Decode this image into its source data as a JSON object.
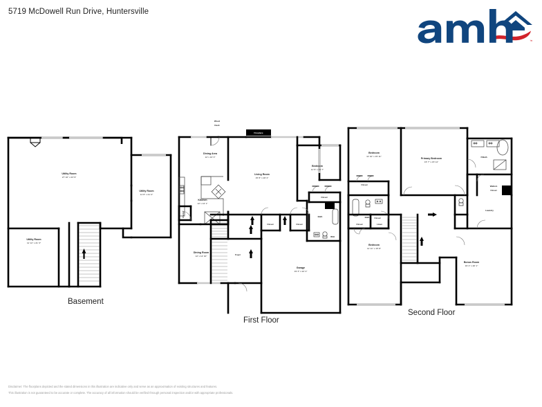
{
  "header": {
    "title": "5719 McDowell Run Drive, Huntersville",
    "logo": {
      "wordmark": "amh",
      "icon_name": "house-roof-icon",
      "swoosh_name": "red-swoosh-icon",
      "trademark": "™",
      "colors": {
        "navy": "#10457e",
        "red": "#d2232a"
      }
    }
  },
  "floors": [
    {
      "id": "basement",
      "caption": "Basement",
      "rooms": [
        {
          "name": "Utility Room",
          "dims": "27' 10\" x 23' 9\""
        },
        {
          "name": "Utility Room",
          "dims": "11' 8\" x 21' 2\""
        },
        {
          "name": "Utility Room",
          "dims": "11' 11\" x 21' 3\""
        }
      ],
      "features": [
        {
          "name": "stair-up-arrow",
          "label": ""
        }
      ]
    },
    {
      "id": "first-floor",
      "caption": "First Floor",
      "rooms": [
        {
          "name": "Wood Deck",
          "dims": ""
        },
        {
          "name": "Fireplace",
          "dims": ""
        },
        {
          "name": "Dining Area",
          "dims": "12' x 10' 3\""
        },
        {
          "name": "Living Room",
          "dims": "15' 8\" x 20' 2\""
        },
        {
          "name": "Kitchen",
          "dims": "12' x 12' 1\""
        },
        {
          "name": "Dining Room",
          "dims": "12' x 12' 10\""
        },
        {
          "name": "Bedroom",
          "dims": "11' 5\" x 13' 7\""
        },
        {
          "name": "Garage",
          "dims": "19' 3\" x 22' 4\""
        },
        {
          "name": "Foyer",
          "dims": ""
        },
        {
          "name": "Bath",
          "dims": ""
        },
        {
          "name": "Closet",
          "dims": ""
        },
        {
          "name": "Closet",
          "dims": ""
        },
        {
          "name": "Closet",
          "dims": ""
        },
        {
          "name": "Pantry",
          "dims": ""
        },
        {
          "name": "W/H",
          "dims": ""
        }
      ]
    },
    {
      "id": "second-floor",
      "caption": "Second Floor",
      "rooms": [
        {
          "name": "Bedroom",
          "dims": "11' 10\" x 15' 11\""
        },
        {
          "name": "Primary Bedroom",
          "dims": "15' 7\" x 15' 11\""
        },
        {
          "name": "Bedroom",
          "dims": "11' 11\" x 15' 8\""
        },
        {
          "name": "Bonus Room",
          "dims": "19' 4\" x 20' 1\""
        },
        {
          "name": "P.Bath",
          "dims": ""
        },
        {
          "name": "Bath",
          "dims": ""
        },
        {
          "name": "Walk-In Closet",
          "dims": ""
        },
        {
          "name": "Laundry",
          "dims": ""
        },
        {
          "name": "Linen",
          "dims": ""
        },
        {
          "name": "Closet",
          "dims": ""
        },
        {
          "name": "Closet",
          "dims": ""
        },
        {
          "name": "Closet",
          "dims": ""
        },
        {
          "name": "Closet",
          "dims": ""
        }
      ]
    }
  ],
  "labels": {
    "basement_utility_1_name": "Utility Room",
    "basement_utility_1_dims": "27' 10\" x 23' 9\"",
    "basement_utility_2_name": "Utility Room",
    "basement_utility_2_dims": "11' 8\" x 21' 2\"",
    "basement_utility_3_name": "Utility Room",
    "basement_utility_3_dims": "11' 11\" x 21' 3\"",
    "wood_deck_line1": "Wood",
    "wood_deck_line2": "Deck",
    "fireplace": "Fireplace",
    "dining_area_name": "Dining Area",
    "dining_area_dims": "12' x 10' 3\"",
    "living_room_name": "Living Room",
    "living_room_dims": "15' 8\" x 20' 2\"",
    "kitchen_name": "Kitchen",
    "kitchen_dims": "12' x 12' 1\"",
    "dining_room_name": "Dining Room",
    "dining_room_dims": "12' x 12' 10\"",
    "ff_bedroom_name": "Bedroom",
    "ff_bedroom_dims": "11' 5\" x 13' 7\"",
    "garage_name": "Garage",
    "garage_dims": "19' 3\" x 22' 4\"",
    "foyer": "Foyer",
    "ff_bath": "Bath",
    "ff_closet_1": "Closet",
    "ff_closet_2": "Closet",
    "ff_closet_3": "Closet",
    "pantry": "Pantry",
    "wh": "W/H",
    "sf_bedroom_1_name": "Bedroom",
    "sf_bedroom_1_dims": "11' 10\" x 15' 11\"",
    "primary_bedroom_name": "Primary Bedroom",
    "primary_bedroom_dims": "15' 7\" x 15' 11\"",
    "sf_bedroom_2_name": "Bedroom",
    "sf_bedroom_2_dims": "11' 11\" x 15' 8\"",
    "bonus_room_name": "Bonus Room",
    "bonus_room_dims": "19' 4\" x 20' 1\"",
    "p_bath": "P.Bath",
    "sf_bath": "Bath",
    "walkin_line1": "Walk-In",
    "walkin_line2": "Closet",
    "laundry": "Laundry",
    "linen": "Linen",
    "sf_closet_1": "Closet",
    "sf_closet_2": "Closet",
    "sf_closet_3": "Closet",
    "sf_closet_4": "Closet",
    "caption_basement": "Basement",
    "caption_first": "First Floor",
    "caption_second": "Second Floor"
  },
  "footer": {
    "line1": "Disclaimer: The floorplans depicted and the stated dimensions in this illustration are indicative only and serve as an approximation of existing structures and features.",
    "line2": "This illustration is not guaranteed to be accurate or complete. The accuracy of all information should be verified through personal inspection and/or with appropriate professionals."
  },
  "style": {
    "wall_color": "#000000",
    "fixture_color": "#333333",
    "text_color": "#1a1a1a",
    "background": "#ffffff"
  }
}
